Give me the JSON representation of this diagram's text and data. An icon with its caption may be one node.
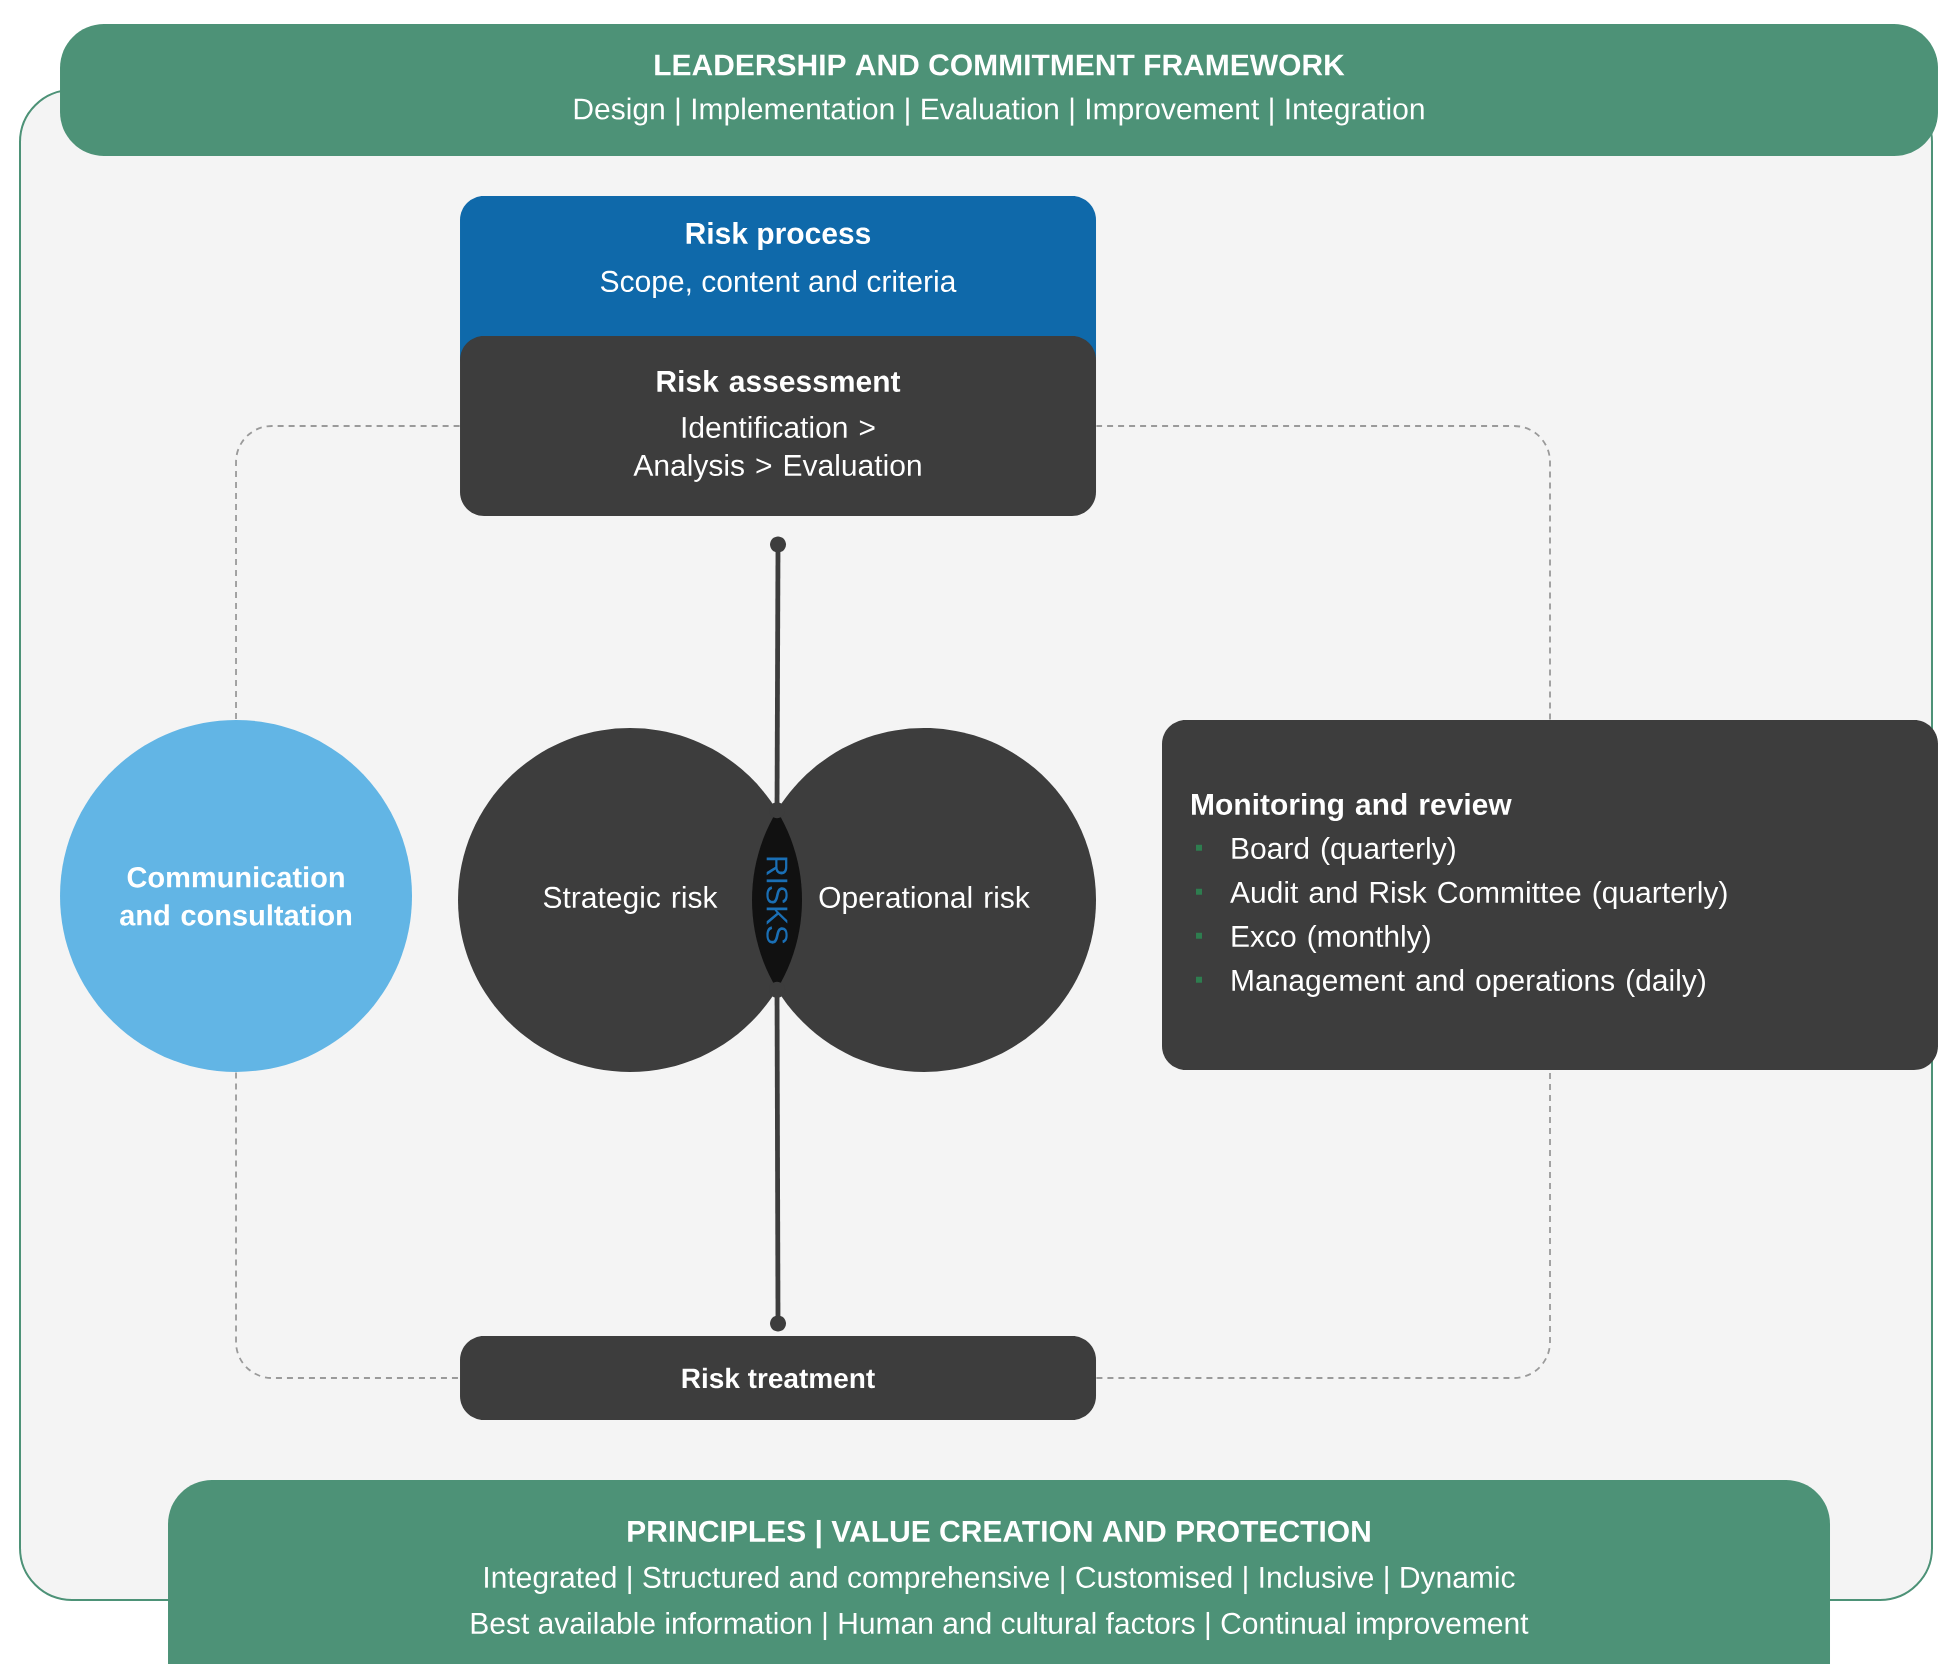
{
  "diagram": {
    "nodes": [
      {
        "text": [
          "LEADERSHIP AND COMMITMENT FRAMEWORK",
          "Design | Implementation | Evaluation | Improvement | Integration"
        ]
      },
      {
        "text": [
          "Risk process",
          "Scope, content and criteria"
        ]
      },
      {
        "text": [
          "Risk assessment",
          "Identification > Analysis > Evaluation"
        ]
      },
      {
        "text": [
          "Communication and consultation"
        ]
      },
      {
        "text": [
          "Strategic risk"
        ]
      },
      {
        "text": [
          "RISKS"
        ]
      },
      {
        "text": [
          "Operational risk"
        ]
      },
      {
        "text": [
          "Monitoring and review",
          "Board (quarterly)",
          "Audit and Risk Committee (quarterly)",
          "Exco (monthly)",
          "Management and operations (daily)"
        ]
      },
      {
        "text": [
          "Risk treatment"
        ]
      },
      {
        "text": [
          "PRINCIPLES | VALUE CREATION AND PROTECTION",
          "Integrated | Structured and comprehensive | Customised | Inclusive | Dynamic",
          "Best available information | Human and cultural factors | Continual improvement"
        ]
      }
    ],
    "edges": [
      {
        "from": 2,
        "to": 5,
        "arrow": "other",
        "style": "thick",
        "color": "#3d3d3d"
      },
      {
        "from": 5,
        "to": 8,
        "arrow": "other",
        "style": "thick",
        "color": "#3d3d3d"
      },
      {
        "from": 2,
        "to": 3,
        "arrow": "none",
        "style": "dashed"
      },
      {
        "from": 3,
        "to": 8,
        "arrow": "none",
        "style": "dashed"
      },
      {
        "from": 8,
        "to": 7,
        "arrow": "none",
        "style": "dashed"
      },
      {
        "from": 7,
        "to": 2,
        "arrow": "none",
        "style": "dashed"
      }
    ]
  }
}
